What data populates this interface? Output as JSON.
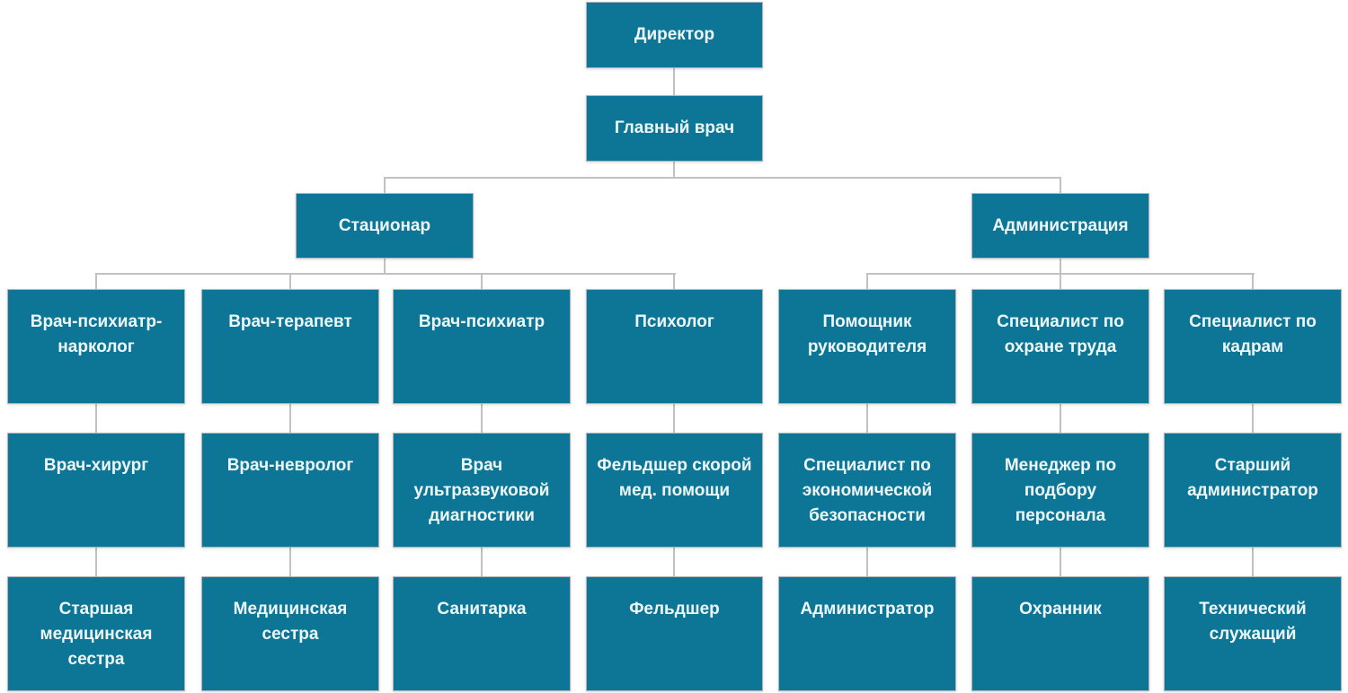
{
  "colors": {
    "node_fill": "#0d7696",
    "node_text": "#eef8fb",
    "connector": "#c1c1c1",
    "background": "#ffffff"
  },
  "org": {
    "root": "Директор",
    "deputy": "Главный врач",
    "branch_left": "Стационар",
    "branch_right": "Администрация",
    "columns": [
      {
        "branch": "Стационар",
        "levels": [
          "Врач-психиатр-нарколог",
          "Врач-хирург",
          "Старшая медицинская сестра"
        ]
      },
      {
        "branch": "Стационар",
        "levels": [
          "Врач-терапевт",
          "Врач-невролог",
          "Медицинская сестра"
        ]
      },
      {
        "branch": "Стационар",
        "levels": [
          "Врач-психиатр",
          "Врач ультразвуковой диагностики",
          "Санитарка"
        ]
      },
      {
        "branch": "Стационар",
        "levels": [
          "Психолог",
          "Фельдшер скорой мед. помощи",
          "Фельдшер"
        ]
      },
      {
        "branch": "Администрация",
        "levels": [
          "Помощник руководителя",
          "Специалист по экономической безопасности",
          "Администратор"
        ]
      },
      {
        "branch": "Администрация",
        "levels": [
          "Специалист по охране труда",
          "Менеджер по подбору персонала",
          "Охранник"
        ]
      },
      {
        "branch": "Администрация",
        "levels": [
          "Специалист по кадрам",
          "Старший администратор",
          "Технический служащий"
        ]
      }
    ]
  }
}
